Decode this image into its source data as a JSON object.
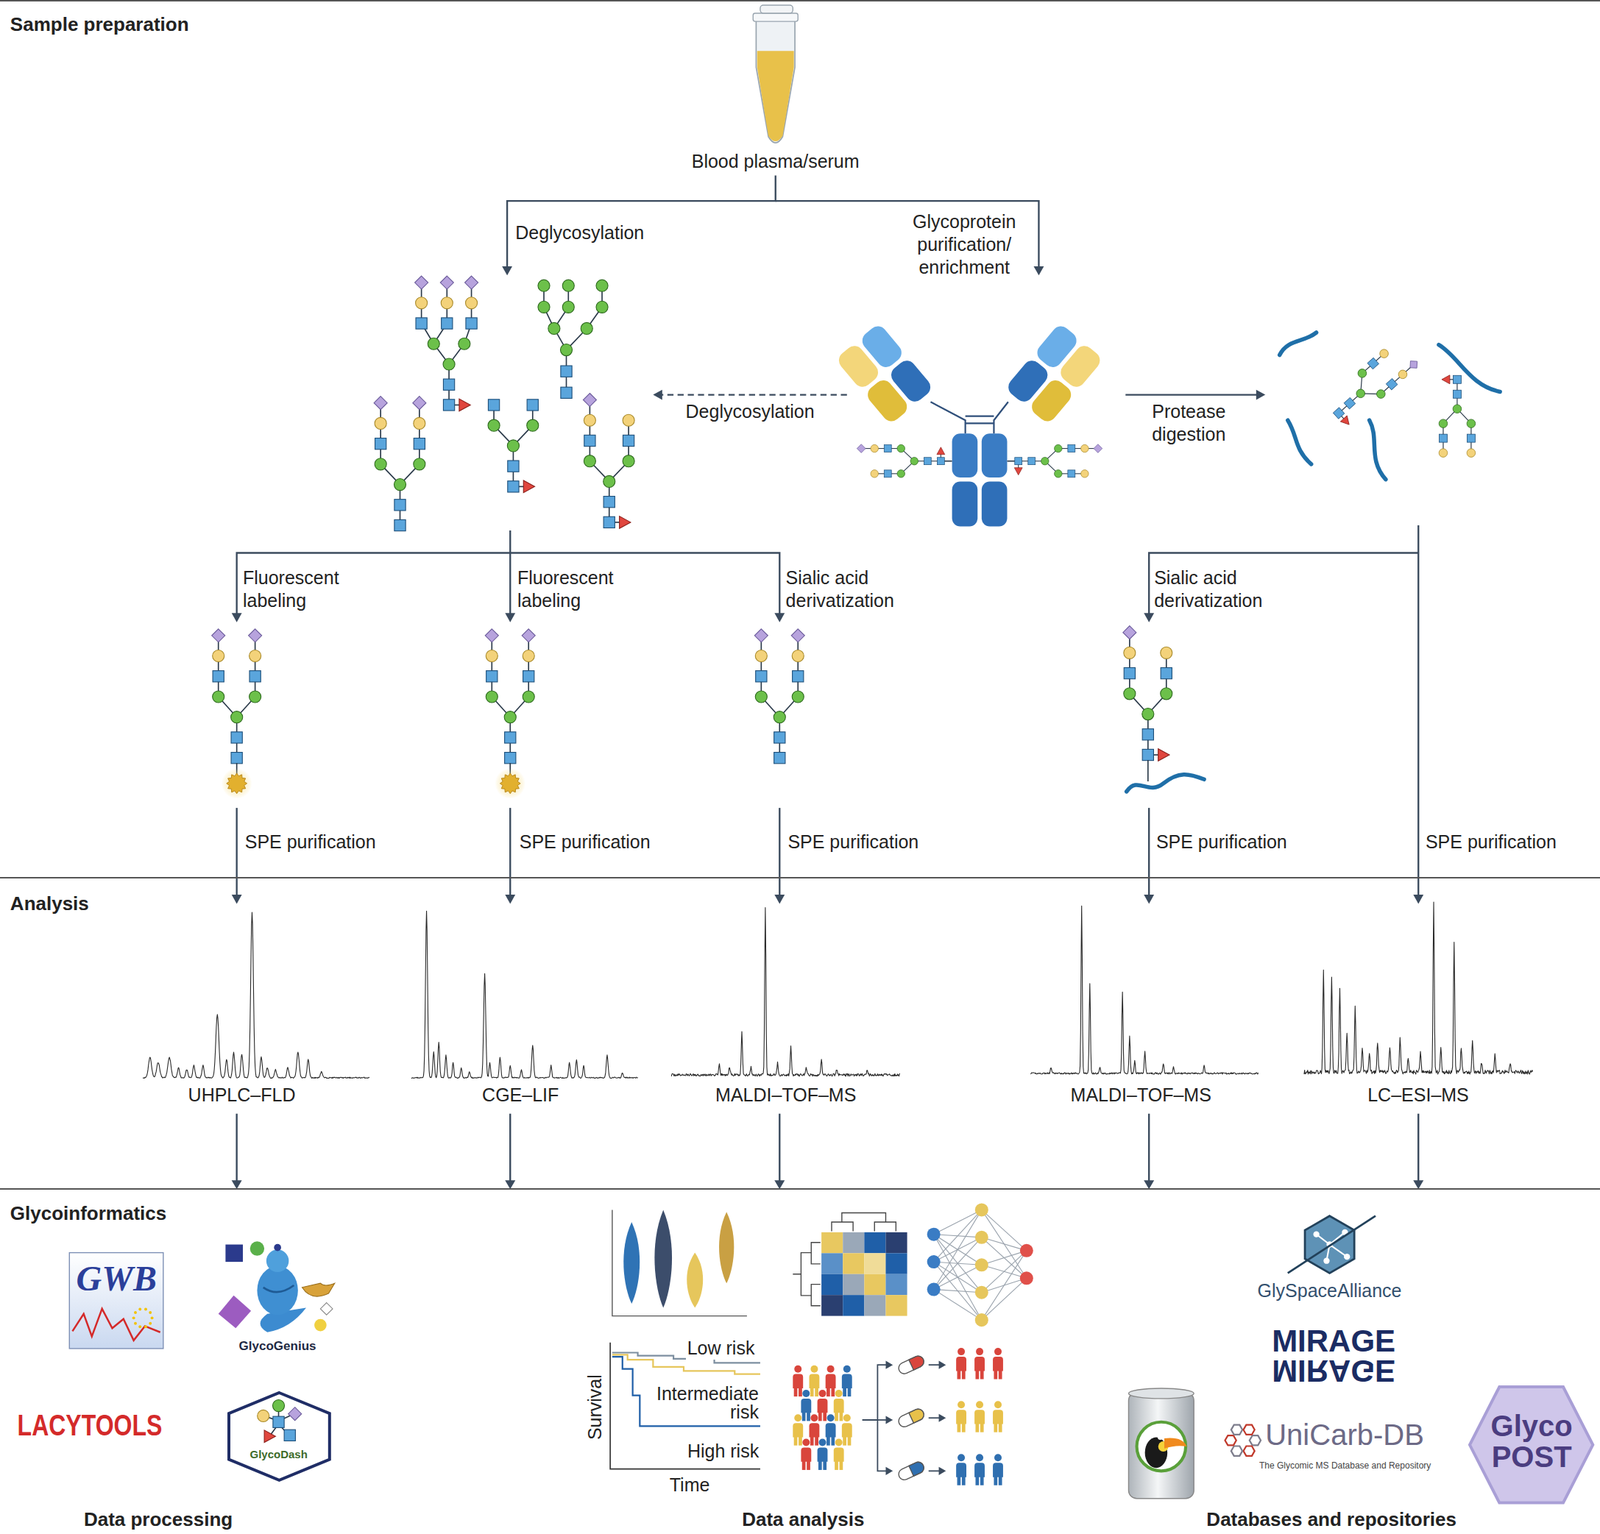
{
  "diagram": {
    "nodes": [
      {
        "text": [
          "Sample preparation"
        ]
      },
      {
        "text": [
          "Blood plasma/serum"
        ],
        "in": 0
      },
      {
        "text": [
          "Analysis"
        ]
      },
      {
        "text": [
          "UHPLC–FLD"
        ],
        "in": 2
      },
      {
        "text": [
          "CGE–LIF"
        ],
        "in": 2
      },
      {
        "text": [
          "MALDI–TOF–MS"
        ],
        "in": 2
      },
      {
        "text": [
          "MALDI–TOF–MS"
        ],
        "in": 2
      },
      {
        "text": [
          "LC–ESI–MS"
        ],
        "in": 2
      },
      {
        "text": [
          "Glycoinformatics"
        ]
      },
      {
        "text": [
          "Data processing"
        ],
        "in": 8
      },
      {
        "text": [
          "GWB"
        ],
        "in": 9
      },
      {
        "text": [
          "GlycoGenius"
        ],
        "in": 9
      },
      {
        "text": [
          "LACYTOOLS"
        ],
        "in": 9
      },
      {
        "text": [
          "GlycoDash"
        ],
        "in": 9
      },
      {
        "text": [
          "Data analysis"
        ],
        "in": 8
      },
      {
        "text": [
          "Low risk",
          "Intermediate risk",
          "High risk",
          "Survival",
          "Time"
        ],
        "in": 14
      },
      {
        "text": [
          "Databases and repositories"
        ],
        "in": 8
      },
      {
        "text": [
          "GlySpaceAlliance"
        ],
        "in": 16
      },
      {
        "text": [
          "MIRAGE",
          "MIRAGE"
        ],
        "in": 16
      },
      {
        "text": [
          "UniCarb-DB",
          "The Glycomic MS Database and Repository"
        ],
        "in": 16
      },
      {
        "text": [
          "Glyco POST"
        ],
        "in": 16
      }
    ],
    "edges": [
      {
        "from": 3,
        "to": 8,
        "arrow": "to"
      },
      {
        "from": 4,
        "to": 8,
        "arrow": "to"
      },
      {
        "from": 5,
        "to": 8,
        "arrow": "to"
      },
      {
        "from": 6,
        "to": 8,
        "arrow": "to"
      },
      {
        "from": 7,
        "to": 8,
        "arrow": "to"
      }
    ],
    "labels": [
      "Deglycosylation",
      "Glycoprotein purification/ enrichment",
      "Deglycosylation",
      "Protease digestion",
      "Fluorescent labeling",
      "Fluorescent labeling",
      "Sialic acid derivatization",
      "Sialic acid derivatization",
      "SPE purification",
      "SPE purification",
      "SPE purification",
      "SPE purification",
      "SPE purification"
    ]
  }
}
